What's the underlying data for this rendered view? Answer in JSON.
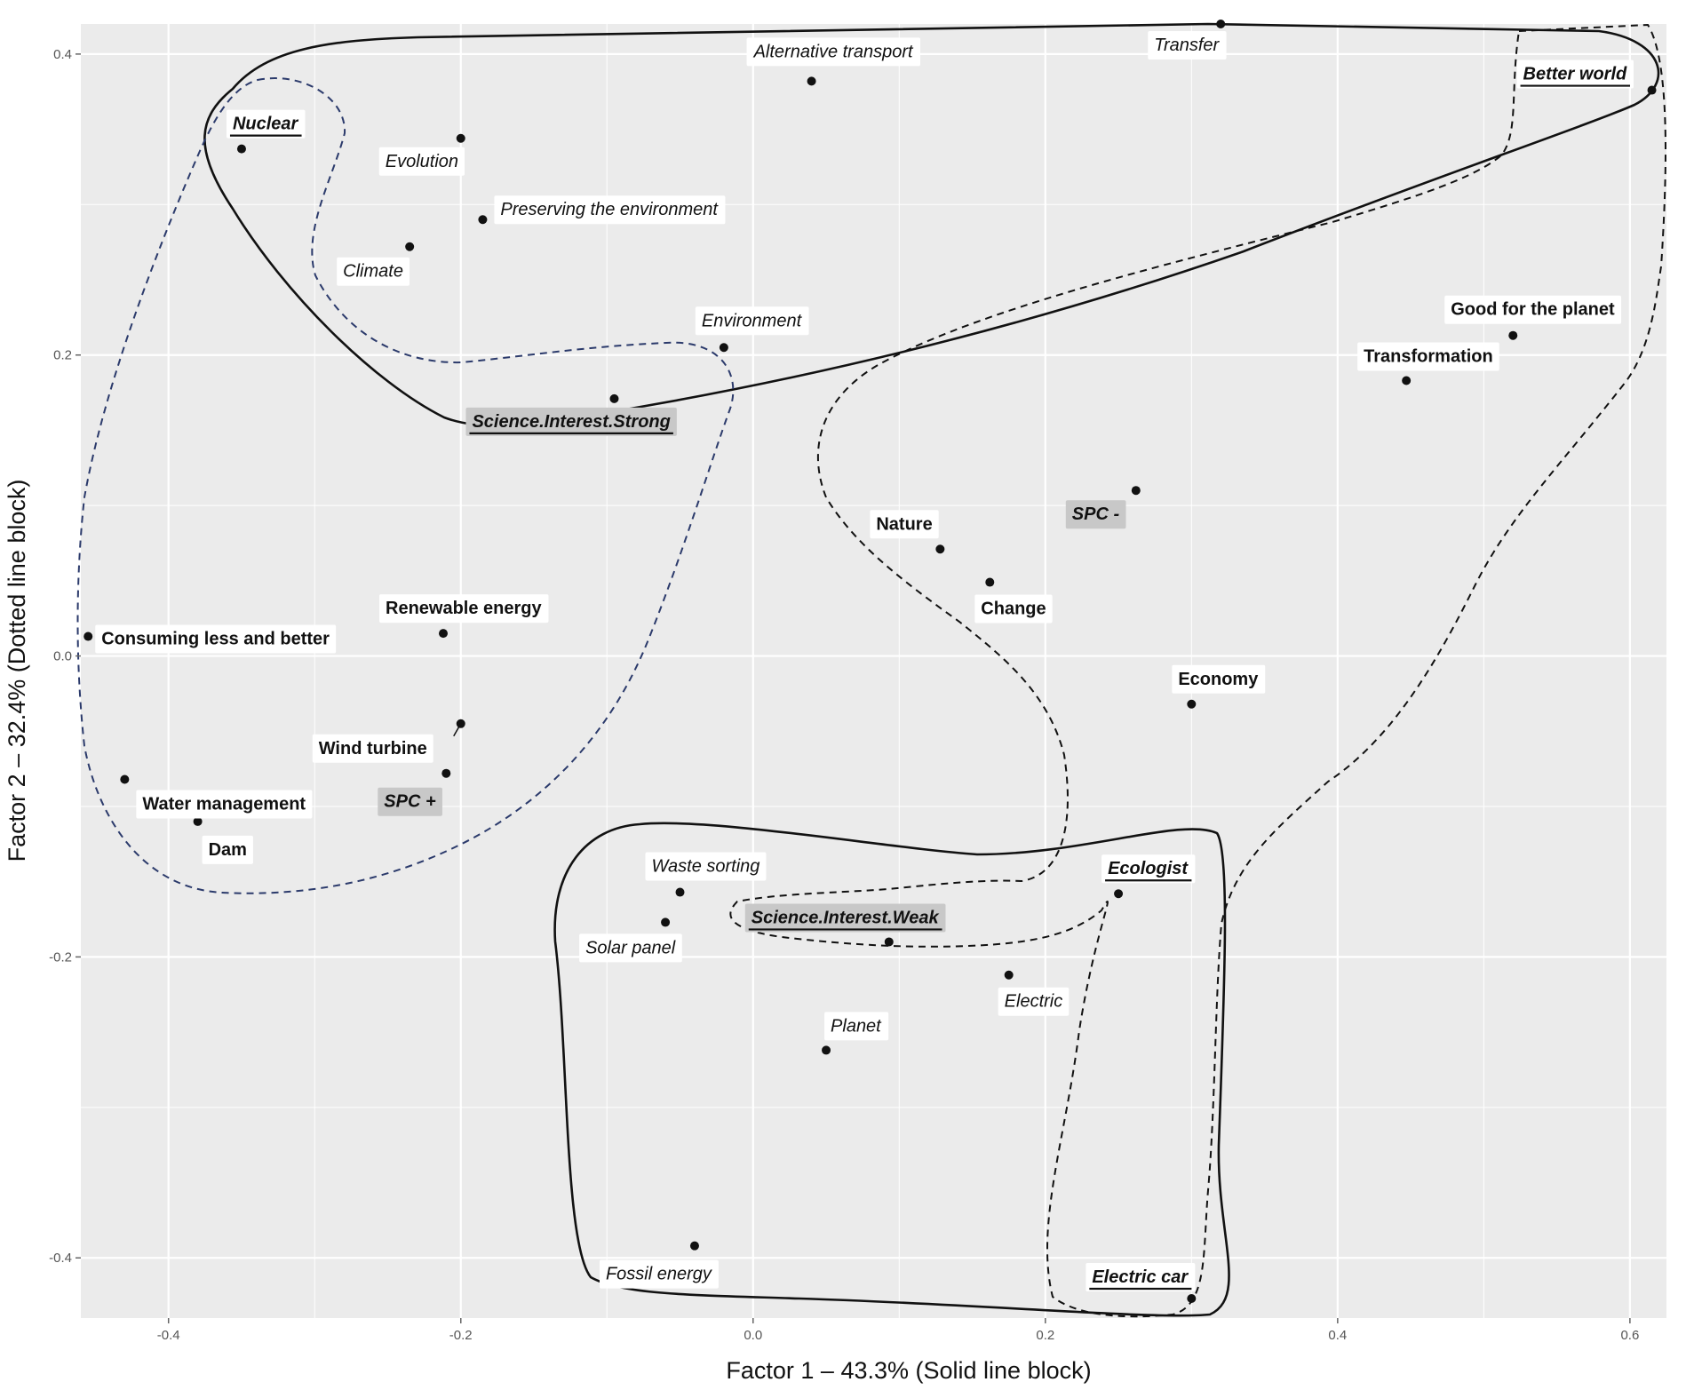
{
  "chart_data": {
    "type": "scatter",
    "xlabel": "Factor 1 – 43.3% (Solid line block)",
    "ylabel": "Factor 2 – 32.4% (Dotted line block)",
    "xlim": [
      -0.46,
      0.625
    ],
    "ylim": [
      -0.44,
      0.42
    ],
    "x_ticks": [
      -0.4,
      -0.2,
      0.0,
      0.2,
      0.4,
      0.6
    ],
    "x_tick_labels": [
      "-0.4",
      "-0.2",
      "0.0",
      "0.2",
      "0.4",
      "0.6"
    ],
    "y_ticks": [
      -0.4,
      -0.2,
      0.0,
      0.2,
      0.4
    ],
    "y_tick_labels": [
      "-0.4",
      "-0.2",
      "0.0",
      "0.2",
      "0.4"
    ],
    "grid": true,
    "colors": {
      "panel": "#ebebeb",
      "grid": "#ffffff",
      "point": "#111111",
      "supp_label_bg": "#c8c8c8",
      "dotted_blue": "#2b3a6b"
    },
    "points": [
      {
        "label": "Nuclear",
        "x": -0.35,
        "y": 0.337,
        "style": "bold-italic-underline"
      },
      {
        "label": "Evolution",
        "x": -0.2,
        "y": 0.344,
        "style": "italic"
      },
      {
        "label": "Preserving the environment",
        "x": -0.185,
        "y": 0.29,
        "style": "italic"
      },
      {
        "label": "Climate",
        "x": -0.235,
        "y": 0.272,
        "style": "italic"
      },
      {
        "label": "Alternative transport",
        "x": 0.04,
        "y": 0.382,
        "style": "italic"
      },
      {
        "label": "Transfer",
        "x": 0.32,
        "y": 0.42,
        "style": "italic"
      },
      {
        "label": "Better world",
        "x": 0.615,
        "y": 0.376,
        "style": "bold-italic-underline"
      },
      {
        "label": "Environment",
        "x": -0.02,
        "y": 0.205,
        "style": "italic"
      },
      {
        "label": "Science.Interest.Strong",
        "x": -0.095,
        "y": 0.171,
        "style": "supplementary-underline"
      },
      {
        "label": "Good for the planet",
        "x": 0.52,
        "y": 0.213,
        "style": "bold"
      },
      {
        "label": "Transformation",
        "x": 0.447,
        "y": 0.183,
        "style": "bold"
      },
      {
        "label": "SPC -",
        "x": 0.262,
        "y": 0.11,
        "style": "supplementary"
      },
      {
        "label": "Nature",
        "x": 0.128,
        "y": 0.071,
        "style": "bold"
      },
      {
        "label": "Change",
        "x": 0.162,
        "y": 0.049,
        "style": "bold"
      },
      {
        "label": "Renewable energy",
        "x": -0.212,
        "y": 0.015,
        "style": "bold"
      },
      {
        "label": "Consuming less and better",
        "x": -0.455,
        "y": 0.013,
        "style": "bold"
      },
      {
        "label": "Economy",
        "x": 0.3,
        "y": -0.032,
        "style": "bold"
      },
      {
        "label": "Wind turbine",
        "x": -0.2,
        "y": -0.045,
        "style": "bold"
      },
      {
        "label": "SPC +",
        "x": -0.21,
        "y": -0.078,
        "style": "supplementary"
      },
      {
        "label": "Water management",
        "x": -0.43,
        "y": -0.082,
        "style": "bold"
      },
      {
        "label": "Dam",
        "x": -0.38,
        "y": -0.11,
        "style": "bold"
      },
      {
        "label": "Waste sorting",
        "x": -0.05,
        "y": -0.157,
        "style": "italic"
      },
      {
        "label": "Ecologist",
        "x": 0.25,
        "y": -0.158,
        "style": "bold-italic-underline"
      },
      {
        "label": "Solar panel",
        "x": -0.06,
        "y": -0.177,
        "style": "italic"
      },
      {
        "label": "Science.Interest.Weak",
        "x": 0.093,
        "y": -0.19,
        "style": "supplementary-underline"
      },
      {
        "label": "Electric",
        "x": 0.175,
        "y": -0.212,
        "style": "italic"
      },
      {
        "label": "Planet",
        "x": 0.05,
        "y": -0.262,
        "style": "italic"
      },
      {
        "label": "Fossil energy",
        "x": -0.04,
        "y": -0.392,
        "style": "italic"
      },
      {
        "label": "Electric car",
        "x": 0.3,
        "y": -0.427,
        "style": "bold-italic-underline"
      }
    ]
  }
}
